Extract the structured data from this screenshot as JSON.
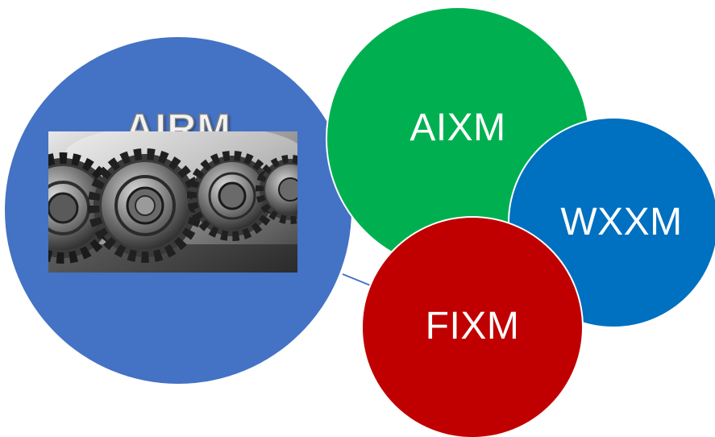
{
  "diagram": {
    "nodes": [
      {
        "id": "airm",
        "label": "AIRM",
        "color": "#4472c4",
        "image": "gears-photo"
      },
      {
        "id": "aixm",
        "label": "AIXM",
        "color": "#00b050"
      },
      {
        "id": "wxxm",
        "label": "WXXM",
        "color": "#0070c0"
      },
      {
        "id": "fixm",
        "label": "FIXM",
        "color": "#c00000"
      }
    ],
    "edges": [
      {
        "from": "airm",
        "to": "aixm"
      },
      {
        "from": "airm",
        "to": "fixm"
      }
    ]
  }
}
